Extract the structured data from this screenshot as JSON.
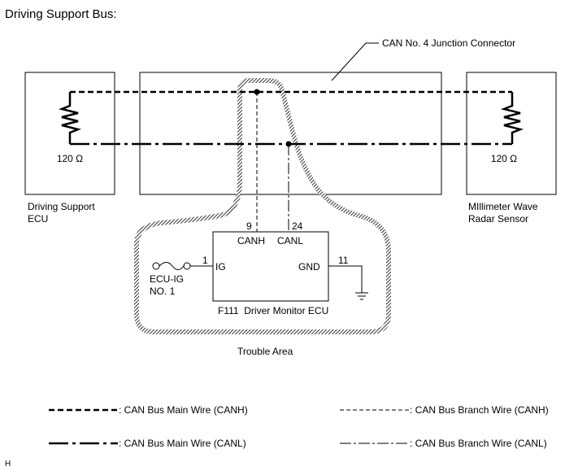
{
  "title": "Driving Support Bus:",
  "junction_connector": {
    "label": "CAN No. 4 Junction Connector"
  },
  "left_ecu": {
    "label_line1": "Driving Support",
    "label_line2": "ECU",
    "resistor": "120 Ω"
  },
  "right_ecu": {
    "label_line1": "MIllimeter Wave",
    "label_line2": "Radar Sensor",
    "resistor": "120 Ω"
  },
  "driver_monitor": {
    "label": "F111  Driver Monitor ECU",
    "pin_canh": "9",
    "pin_canh_label": "CANH",
    "pin_canl": "24",
    "pin_canl_label": "CANL",
    "pin_ig": "1",
    "pin_ig_label": "IG",
    "pin_gnd": "11",
    "pin_gnd_label": "GND"
  },
  "fuse": {
    "label_line1": "ECU-IG",
    "label_line2": "NO. 1"
  },
  "trouble_area": "Trouble Area",
  "legend": [
    {
      "label": ": CAN Bus Main Wire (CANH)"
    },
    {
      "label": ": CAN Bus Branch Wire (CANH)"
    },
    {
      "label": ": CAN Bus Main Wire (CANL)"
    },
    {
      "label": ": CAN Bus Branch Wire (CANL)"
    }
  ],
  "footer_code": "H"
}
